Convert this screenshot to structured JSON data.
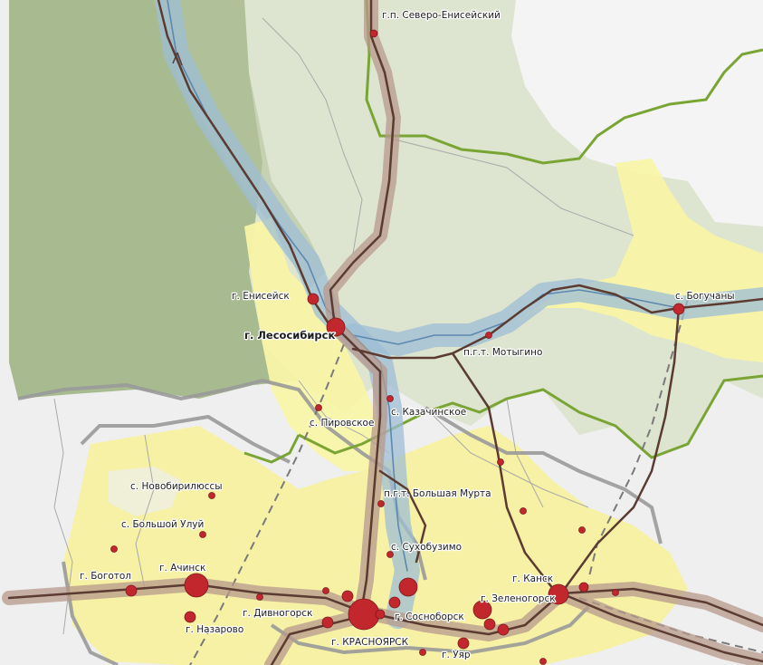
{
  "map": {
    "colors": {
      "forest": "#a7b98f",
      "zone": "#d8e0c9",
      "yellow": "#f7f3a6",
      "river": "#8fb3cf",
      "road": "#5a3b30",
      "roadHalo": "#b79789",
      "city": "#c1272d",
      "border": "#7ba431",
      "rail": "#777777"
    },
    "labels": {
      "severo_eniseysky": "г.п. Северо-Енисейский",
      "eniseysk": "г. Енисейск",
      "lesosibirsk": "г. Лесосибирск",
      "motygino": "п.г.т. Мотыгино",
      "boguchany": "с. Богучаны",
      "kazachinskoe": "с. Казачинское",
      "pirovskoe": "с. Пировское",
      "novobirilyussy": "с. Новобирилюссы",
      "bolshaya_murta": "п.г.т. Большая Мурта",
      "bolshoy_uluy": "с. Большой Улуй",
      "sukhobuzimo": "с. Сухобузимо",
      "achinsk": "г. Ачинск",
      "bogotol": "г. Боготол",
      "kansk": "г. Канск",
      "zelenogorsk": "г. Зеленогорск",
      "divnogorsk": "г. Дивногорск",
      "sosnovoborsk": "г. Сосноборск",
      "nazarovo": "г. Назарово",
      "krasnoyarsk": "г. КРАСНОЯРСК",
      "uyar": "г. Уяр"
    }
  }
}
